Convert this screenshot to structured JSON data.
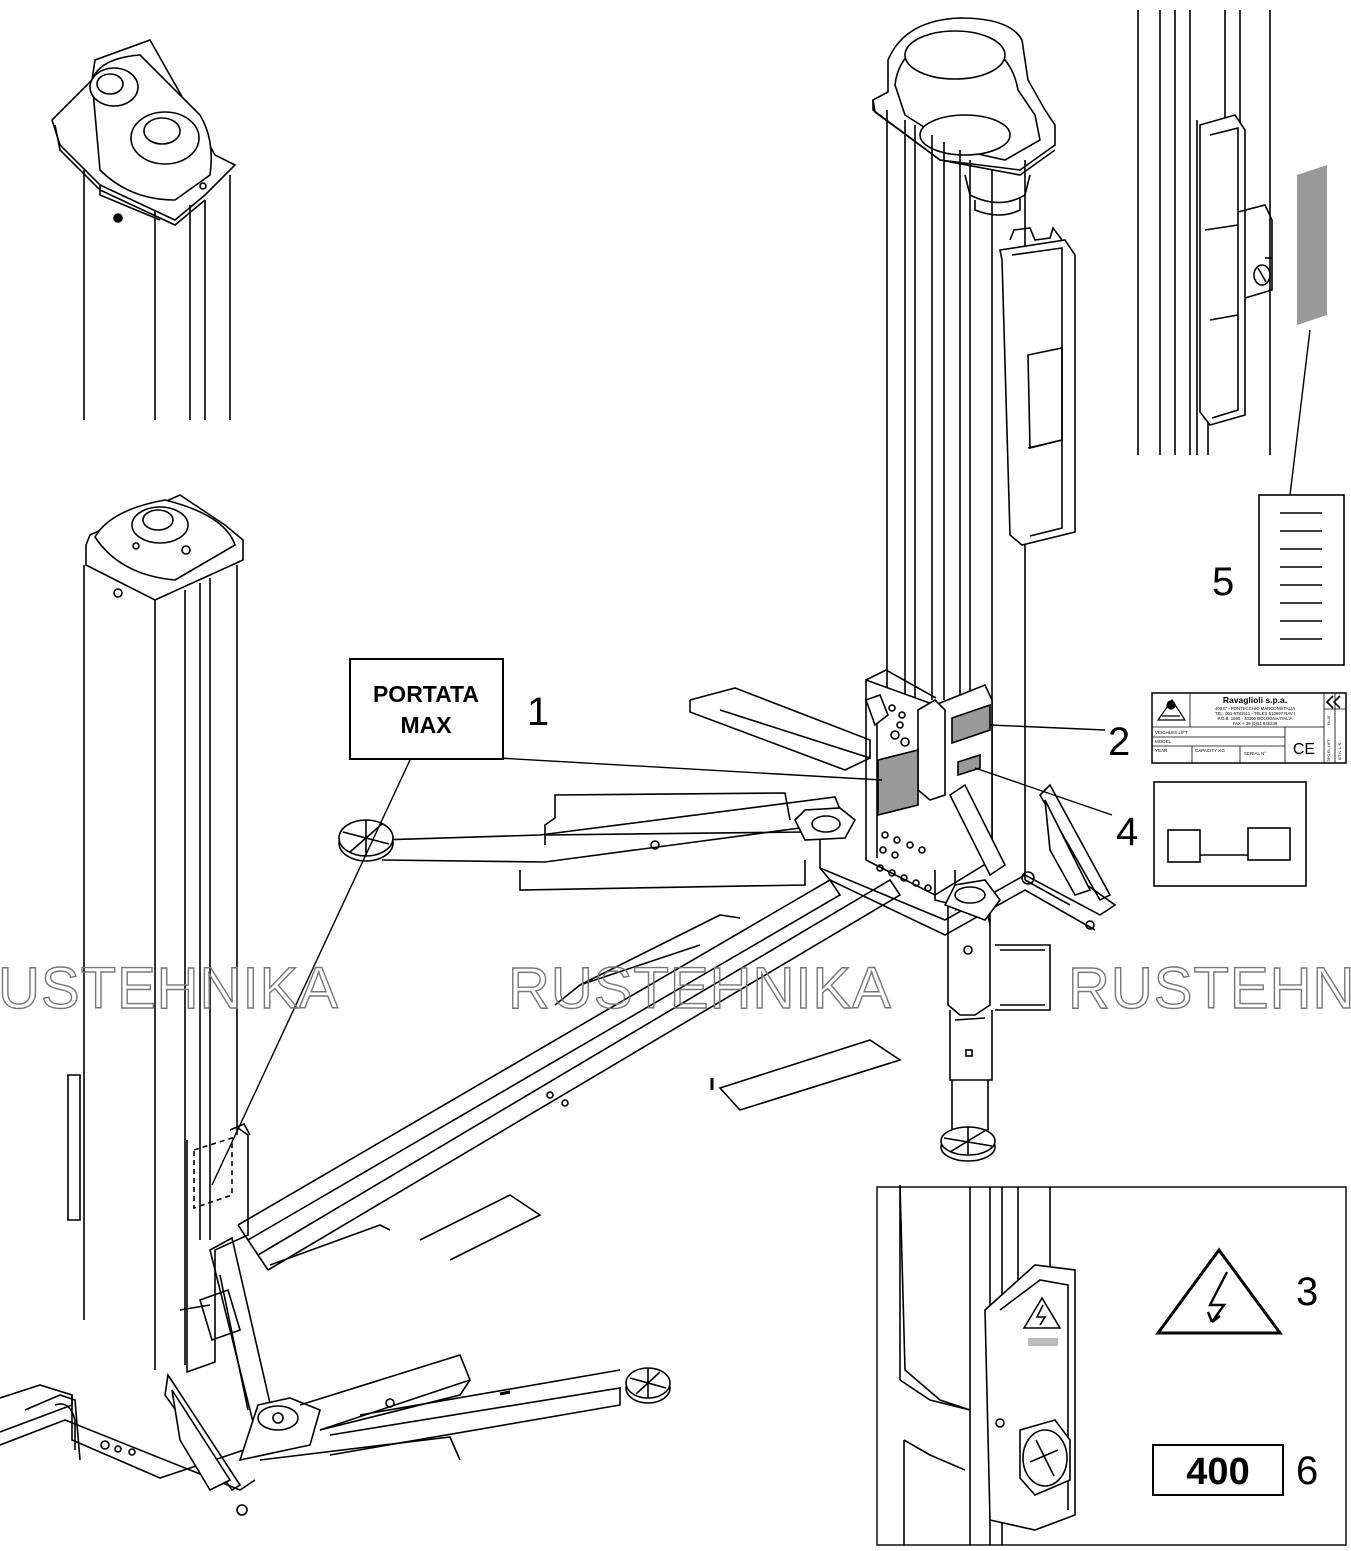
{
  "watermark": {
    "left": "USTEHNIKA",
    "center": "RUSTEHNIKA",
    "right": "RUSTEHN"
  },
  "callouts": {
    "n1": "1",
    "n2": "2",
    "n3": "3",
    "n4": "4",
    "n5": "5",
    "n6": "6"
  },
  "capacity_sign": {
    "line1": "PORTATA",
    "line2": "MAX"
  },
  "voltage_sign": {
    "value": "400"
  },
  "data_plate": {
    "company": "Ravaglioli s.p.a.",
    "address1": "40037 - PONTECCHIO MARCONI/ITALIA",
    "address2": "TEL. 051-6781511 - TELEX 510697 RAV I",
    "address3": "P.O.B. 1690 - 40100 BOLOGNA/ITALIA",
    "address4": "FAX + 39 (0)51 846349",
    "f_type": "VEICHLES LIFT",
    "f_model": "MODEL",
    "f_year": "YEAR",
    "f_capacity": "CAPACITY KG",
    "f_serial": "SERIAL N°",
    "ce": "CE",
    "side1": "TIPO EL. LIFT",
    "side2": "No.AT",
    "side3": "KIT N. L. N."
  },
  "colors": {
    "line": "#000000",
    "label_fill": "#999999",
    "shade": "#d6d6d6"
  },
  "icons": [
    "high-voltage-warning-icon",
    "ravaglioli-logo-icon",
    "ce-mark-icon"
  ]
}
